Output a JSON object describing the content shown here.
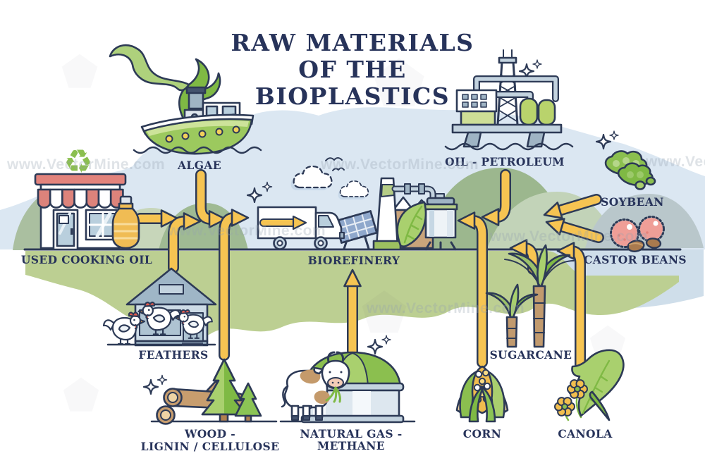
{
  "title": {
    "line1": "RAW MATERIALS",
    "line2": "OF THE",
    "line3": "BIOPLASTICS"
  },
  "labels": {
    "algae": "ALGAE",
    "oil_petroleum": "OIL - PETROLEUM",
    "used_cooking_oil": "USED COOKING OIL",
    "biorefinery": "BIOREFINERY",
    "soybean": "SOYBEAN",
    "castor_beans": "CASTOR BEANS",
    "feathers": "FEATHERS",
    "wood_line1": "WOOD -",
    "wood_line2": "LIGNIN / CELLULOSE",
    "natural_gas_line1": "NATURAL GAS -",
    "natural_gas_line2": "METHANE",
    "corn": "CORN",
    "canola": "CANOLA",
    "sugarcane": "SUGARCANE"
  },
  "watermark": {
    "text": "www.VectorMine.com"
  },
  "icons": {
    "recycle": "♻"
  },
  "colors": {
    "outline": "#2d3a56",
    "text": "#27335a",
    "arrow_yellow": "#f6c452",
    "ground_band_green": "#bccf92",
    "sky_blue": "#dbe7f2",
    "leaf_green": "#a9d06e",
    "dark_green": "#7fb944",
    "salmon": "#dd837b",
    "wood_brown": "#c79d6e",
    "blue_gray": "#c3d3df"
  }
}
